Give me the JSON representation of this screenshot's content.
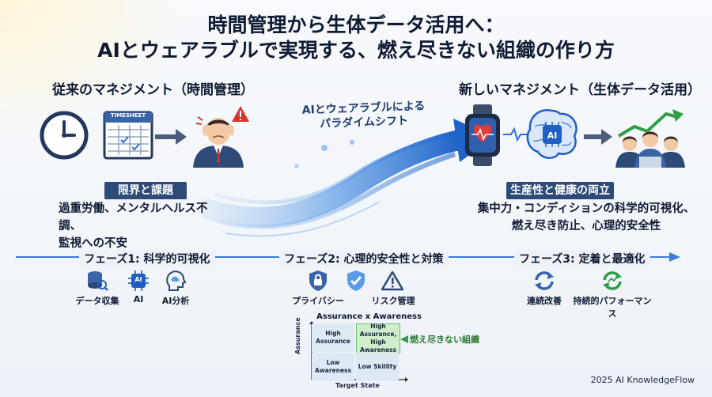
{
  "title": {
    "line1": "時間管理から生体データ活用へ：",
    "line2": "AIとウェアラブルで実現する、燃え尽きない組織の作り方"
  },
  "left": {
    "heading": "従来のマネジメント（時間管理）",
    "timesheet_label": "TIMESHEET",
    "badge": "限界と課題",
    "desc_line1": "過重労働、メンタルヘルス不調、",
    "desc_line2": "監視への不安"
  },
  "center": {
    "shift_line1": "AIとウェアラブルによる",
    "shift_line2": "パラダイムシフト",
    "colors": {
      "wave": "#3b7dd8",
      "arrow": "#2f6fd0"
    }
  },
  "right": {
    "heading": "新しいマネジメント（生体データ活用）",
    "ai_chip_label": "AI",
    "badge": "生産性と健康の両立",
    "desc_line1": "集中力・コンディションの科学的可視化、",
    "desc_line2": "燃え尽き防止、心理的安全性"
  },
  "phases": [
    {
      "label": "フェーズ1: 科学的可視化",
      "icons": [
        {
          "name": "data-collection-icon",
          "label": "データ収集"
        },
        {
          "name": "ai-chip-icon",
          "label": "AI"
        },
        {
          "name": "ai-analysis-icon",
          "label": "AI分析"
        }
      ]
    },
    {
      "label": "フェーズ2: 心理的安全性と対策",
      "icons": [
        {
          "name": "privacy-lock-icon",
          "label": "プライバシー"
        },
        {
          "name": "shield-check-icon",
          "label": ""
        },
        {
          "name": "risk-warning-icon",
          "label": "リスク管理"
        }
      ]
    },
    {
      "label": "フェーズ3: 定着と最適化",
      "icons": [
        {
          "name": "continuous-improvement-icon",
          "label": "連続改善"
        },
        {
          "name": "sustained-performance-icon",
          "label": "持続的パフォーマンス"
        }
      ]
    }
  ],
  "matrix": {
    "title": "Assurance x Awareness",
    "y_axis": "Assurance",
    "x_axis": "Target State",
    "cells": {
      "top_left": "High Assurance",
      "top_right_line1": "High Assurance,",
      "top_right_line2": "High Awareness",
      "bottom_left": "Low Awareness",
      "bottom_right": "Low Skillity"
    },
    "highlight_label": "燃え尽きない組織",
    "colors": {
      "highlight": "#cfeccb",
      "normal": "#dfe8f5"
    }
  },
  "footer": "2025 AI KnowledgeFlow"
}
